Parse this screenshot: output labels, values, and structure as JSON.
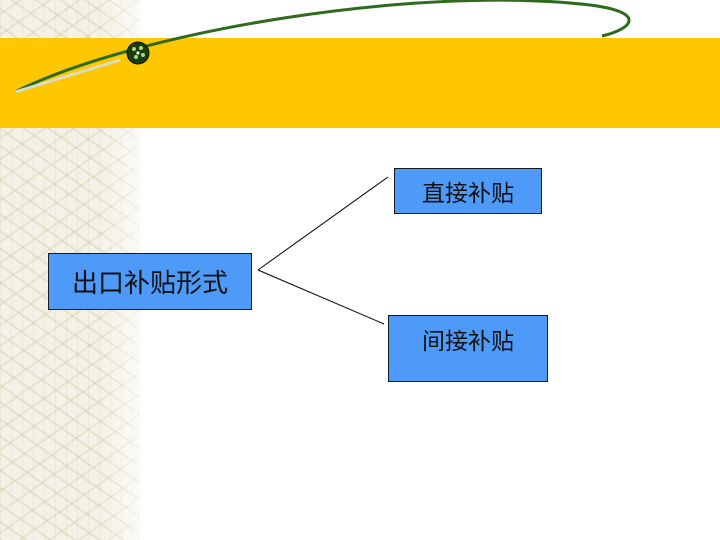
{
  "diagram": {
    "root": {
      "label": "出口补贴形式"
    },
    "children": [
      {
        "label": "直接补贴"
      },
      {
        "label": "间接补贴"
      }
    ]
  },
  "colors": {
    "band": "#fec700",
    "node_fill": "#4d9af8",
    "node_border": "#1a1a1a",
    "swoosh": "#2e6b1e"
  }
}
